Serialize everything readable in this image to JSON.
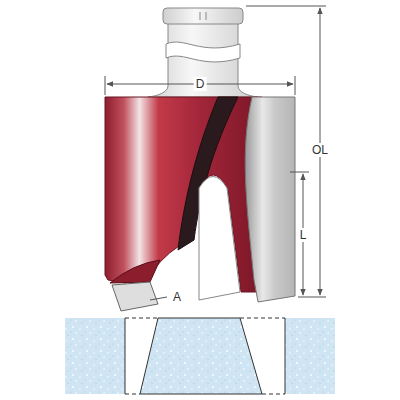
{
  "diagram": {
    "labels": [
      "D",
      "OL",
      "L",
      "A"
    ]
  }
}
